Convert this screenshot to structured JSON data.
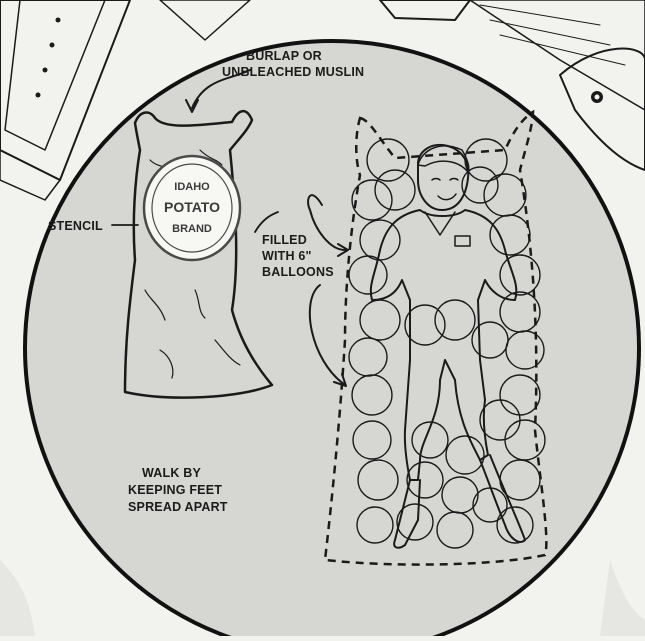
{
  "labels": {
    "burlap_line1": "BURLAP OR",
    "burlap_line2": "UNBLEACHED MUSLIN",
    "stencil": "STENCIL",
    "filled_line1": "FILLED",
    "filled_line2": "WITH 6\"",
    "filled_line3": "BALLOONS",
    "walk_line1": "WALK BY",
    "walk_line2": "KEEPING FEET",
    "walk_line3": "SPREAD APART"
  },
  "stencil_stamp": {
    "line1": "IDAHO",
    "line2": "POTATO",
    "line3": "BRAND"
  },
  "colors": {
    "background": "#f2f2ef",
    "circle_fill": "#d6d6d3",
    "ink": "#1a1a1a",
    "corner_wood": "#e4a878"
  }
}
